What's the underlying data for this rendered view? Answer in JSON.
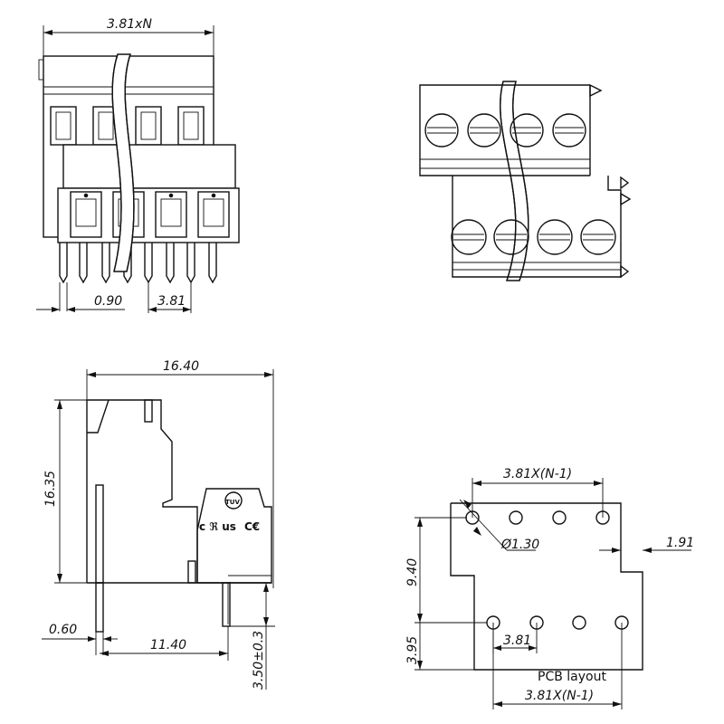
{
  "front_view": {
    "pitch_total": "3.81xN",
    "pin_width": "0.90",
    "pitch": "3.81"
  },
  "side_view": {
    "width": "16.40",
    "height": "16.35",
    "pin_thickness": "0.60",
    "pin_spacing": "11.40",
    "pin_length": "3.50±0.3"
  },
  "certifications": {
    "tuv": "TUV",
    "ul": "c ℜ us",
    "ce": "C€"
  },
  "pcb_layout": {
    "title": "PCB layout",
    "top_pitch_total": "3.81X(N-1)",
    "bottom_pitch_total": "3.81X(N-1)",
    "hole_diameter": "Ø1.30",
    "offset": "1.91",
    "row_spacing": "9.40",
    "edge_distance": "3.95",
    "pitch": "3.81"
  }
}
